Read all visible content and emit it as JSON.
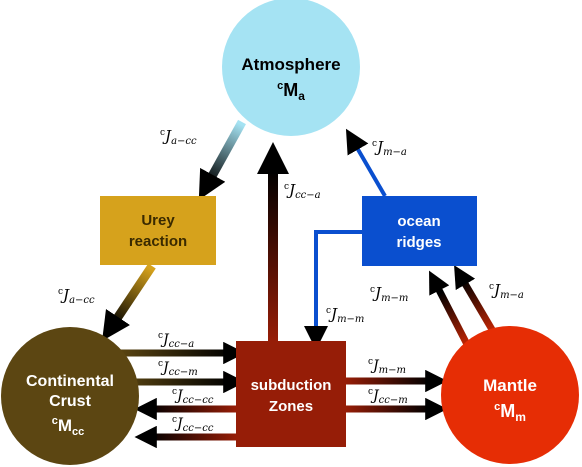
{
  "nodes": {
    "atmosphere": {
      "label": "Atmosphere",
      "symbol_base": "M",
      "symbol_sub": "a",
      "prefix": "c",
      "fill": "#a5e3f3"
    },
    "urey": {
      "line1": "Urey",
      "line2": "reaction",
      "fill": "#d6a21c"
    },
    "ocean_ridges": {
      "line1": "ocean",
      "line2": "ridges",
      "fill": "#0a4fcf"
    },
    "continental_crust": {
      "line1": "Continental",
      "line2": "Crust",
      "symbol_base": "M",
      "symbol_sub": "cc",
      "prefix": "c",
      "fill": "#5c4612"
    },
    "subduction": {
      "line1": "subduction",
      "line2": "Zones",
      "fill": "#961d07"
    },
    "mantle": {
      "label": "Mantle",
      "symbol_base": "M",
      "symbol_sub": "m",
      "prefix": "c",
      "fill": "#e62d05"
    }
  },
  "fluxes": {
    "atm_to_urey": {
      "pre": "c",
      "base": "J",
      "sub": "a−cc"
    },
    "urey_to_crust": {
      "pre": "c",
      "base": "J",
      "sub": "a−cc"
    },
    "subduction_to_atm": {
      "pre": "c",
      "base": "J",
      "sub": "cc−a"
    },
    "ridges_to_atm": {
      "pre": "c",
      "base": "J",
      "sub": "m−a"
    },
    "ridges_to_subduction": {
      "pre": "c",
      "base": "J",
      "sub": "m−m"
    },
    "mantle_to_ridges_mm": {
      "pre": "c",
      "base": "J",
      "sub": "m−m"
    },
    "mantle_to_ridges_ma": {
      "pre": "c",
      "base": "J",
      "sub": "m−a"
    },
    "crust_to_sub_a": {
      "pre": "c",
      "base": "J",
      "sub": "cc−a"
    },
    "crust_to_sub_m": {
      "pre": "c",
      "base": "J",
      "sub": "cc−m"
    },
    "sub_to_crust_1": {
      "pre": "c",
      "base": "J",
      "sub": "cc−cc"
    },
    "sub_to_crust_2": {
      "pre": "c",
      "base": "J",
      "sub": "cc−cc"
    },
    "sub_to_mantle_mm": {
      "pre": "c",
      "base": "J",
      "sub": "m−m"
    },
    "sub_to_mantle_ccm": {
      "pre": "c",
      "base": "J",
      "sub": "cc−m"
    }
  }
}
